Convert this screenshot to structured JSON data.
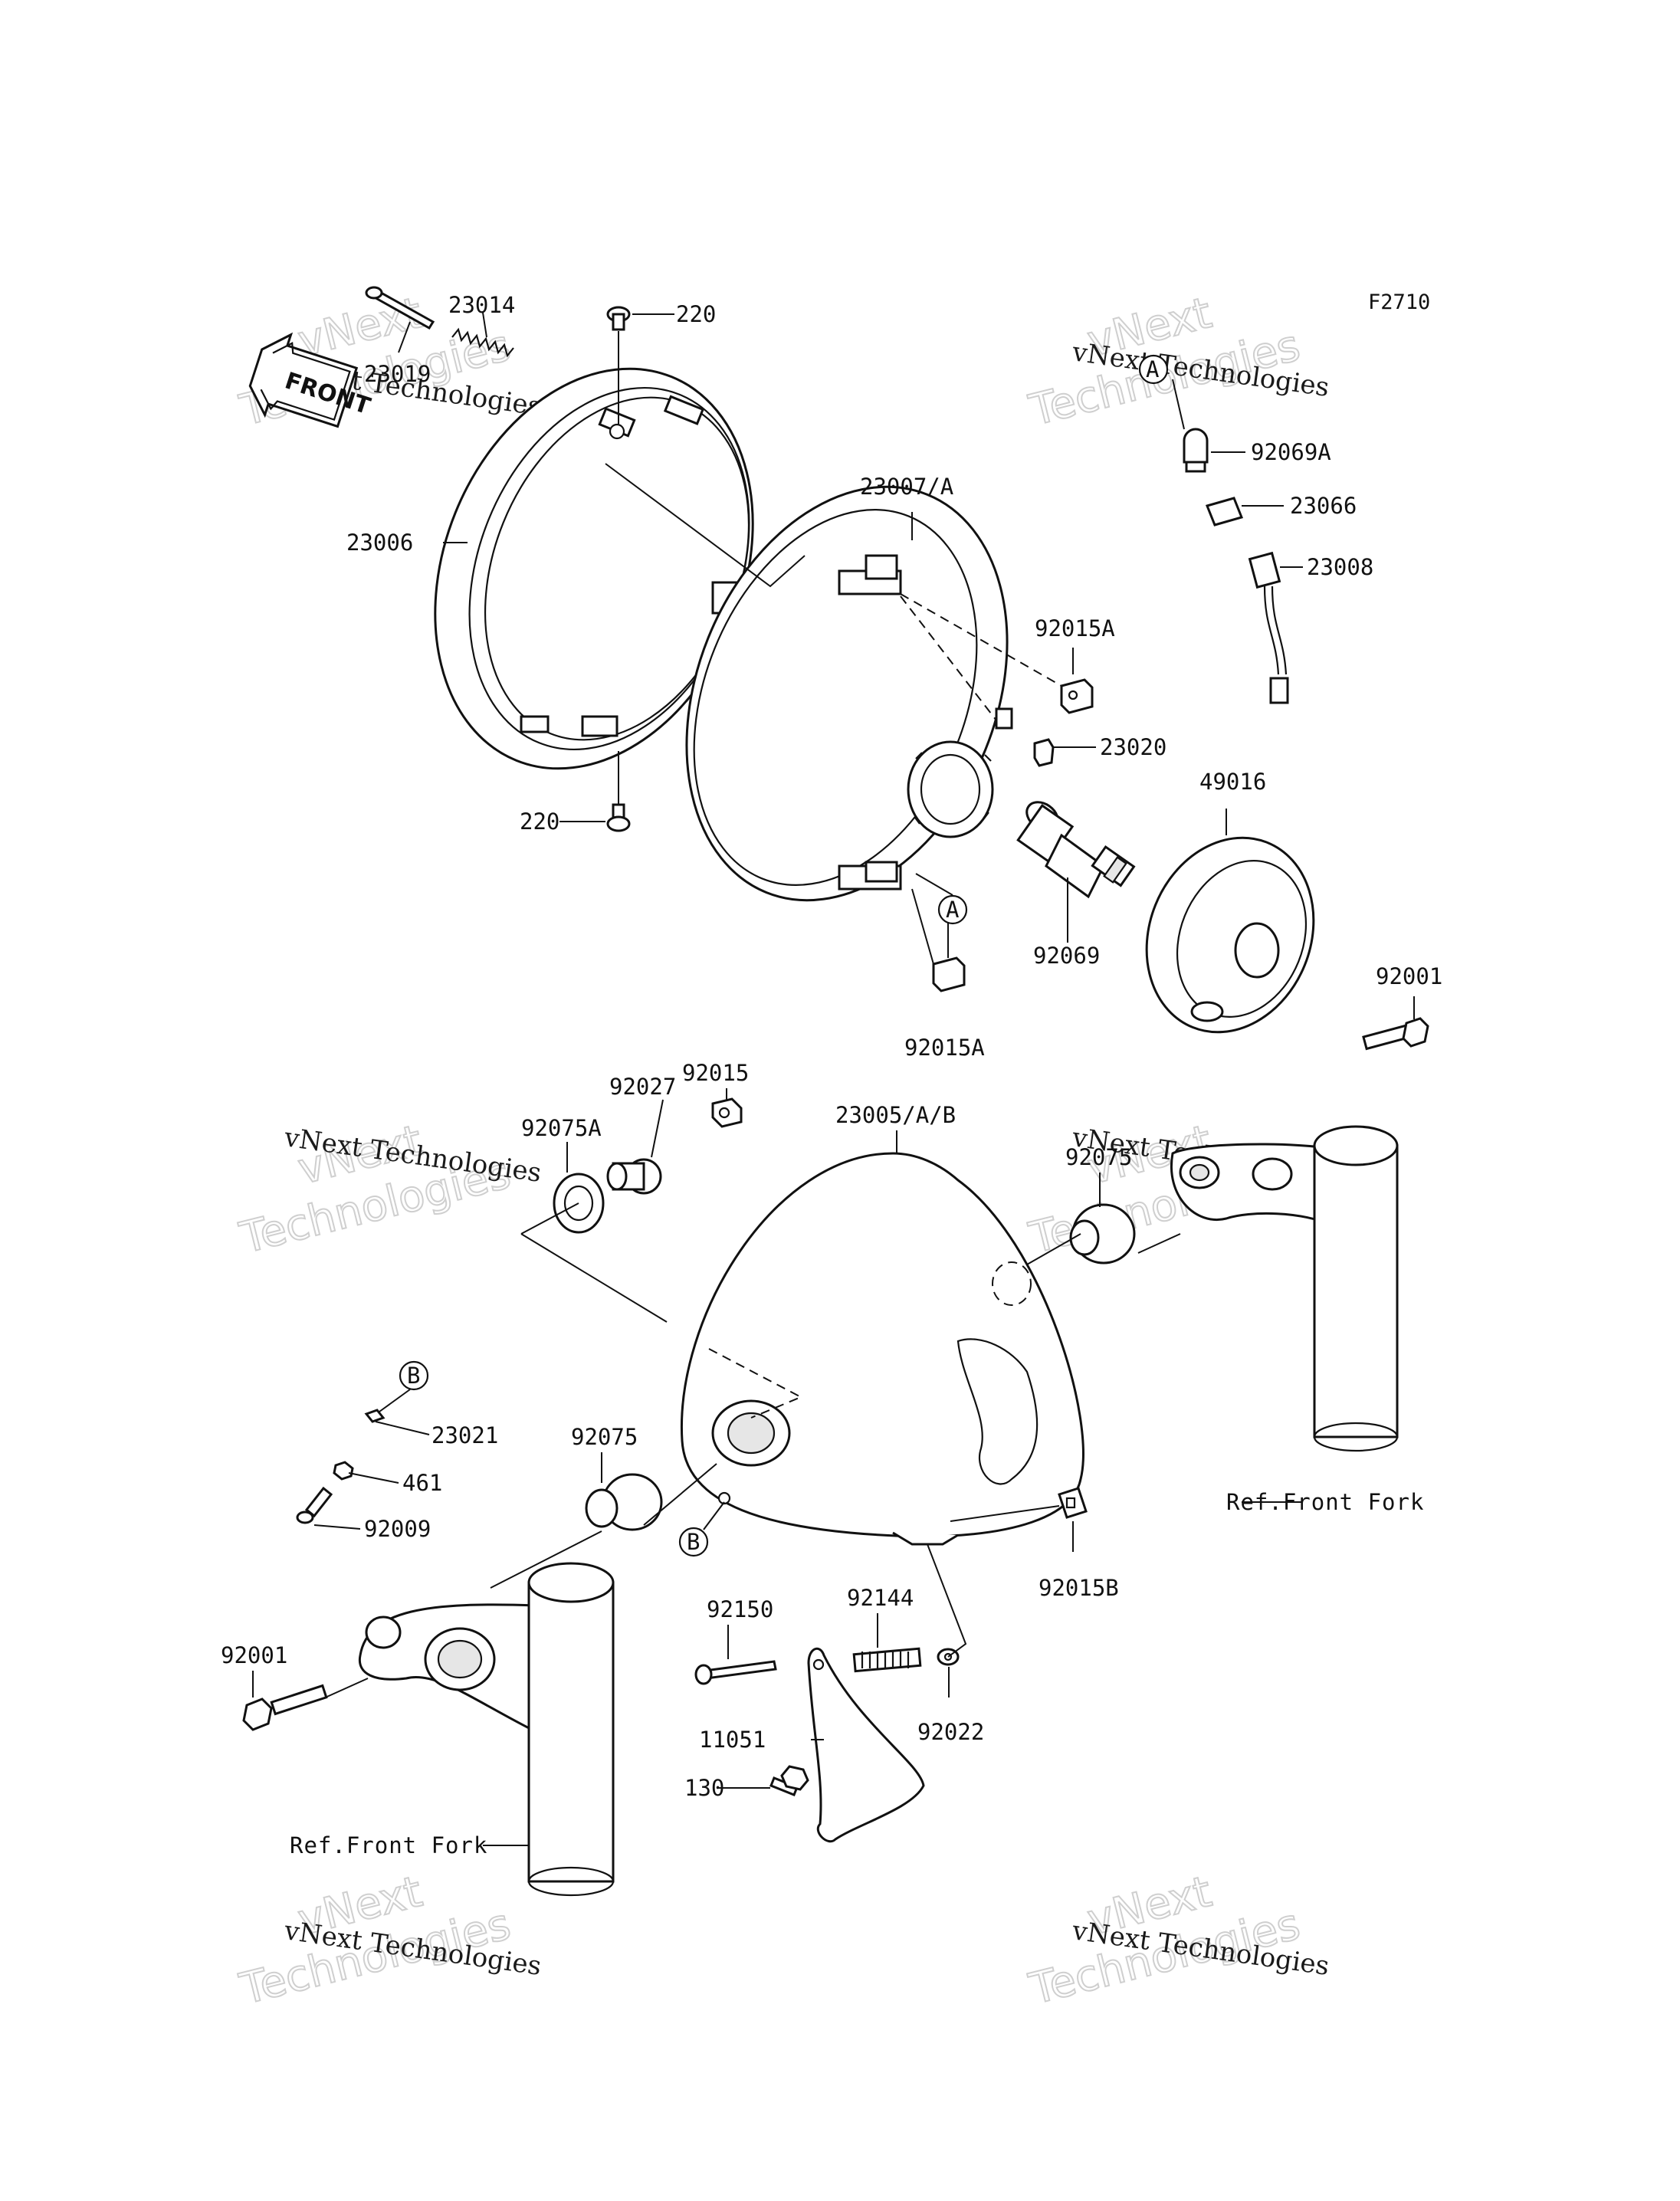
{
  "diagram": {
    "figure_code": "F2710",
    "front_label": "FRONT",
    "labels": {
      "l220_top": "220",
      "l23014": "23014",
      "l23019": "23019",
      "l23006": "23006",
      "l220_bottom": "220",
      "l23007": "23007/A",
      "l92015A_top": "92015A",
      "l23020": "23020",
      "l92015A_bottom": "92015A",
      "l92069": "92069",
      "l49016": "49016",
      "l92069A": "92069A",
      "l23066": "23066",
      "l23008": "23008",
      "l92001_right": "92001",
      "l92015": "92015",
      "l92027": "92027",
      "l92075A": "92075A",
      "l23005": "23005/A/B",
      "l92075_right": "92075",
      "l23021": "23021",
      "l461": "461",
      "l92009": "92009",
      "l92075_left": "92075",
      "l92015B": "92015B",
      "l92150": "92150",
      "l92144": "92144",
      "l92022": "92022",
      "l11051": "11051",
      "l130": "130",
      "l92001_left": "92001"
    },
    "refs": {
      "A_top": "A",
      "A_mid": "A",
      "B_left": "B",
      "B_mid": "B"
    },
    "fork_refs": {
      "right": "Ref.Front Fork",
      "left": "Ref.Front Fork"
    },
    "watermark": {
      "brand": "vNext Technologies",
      "word1": "vNext",
      "word2": "Technologies"
    }
  }
}
